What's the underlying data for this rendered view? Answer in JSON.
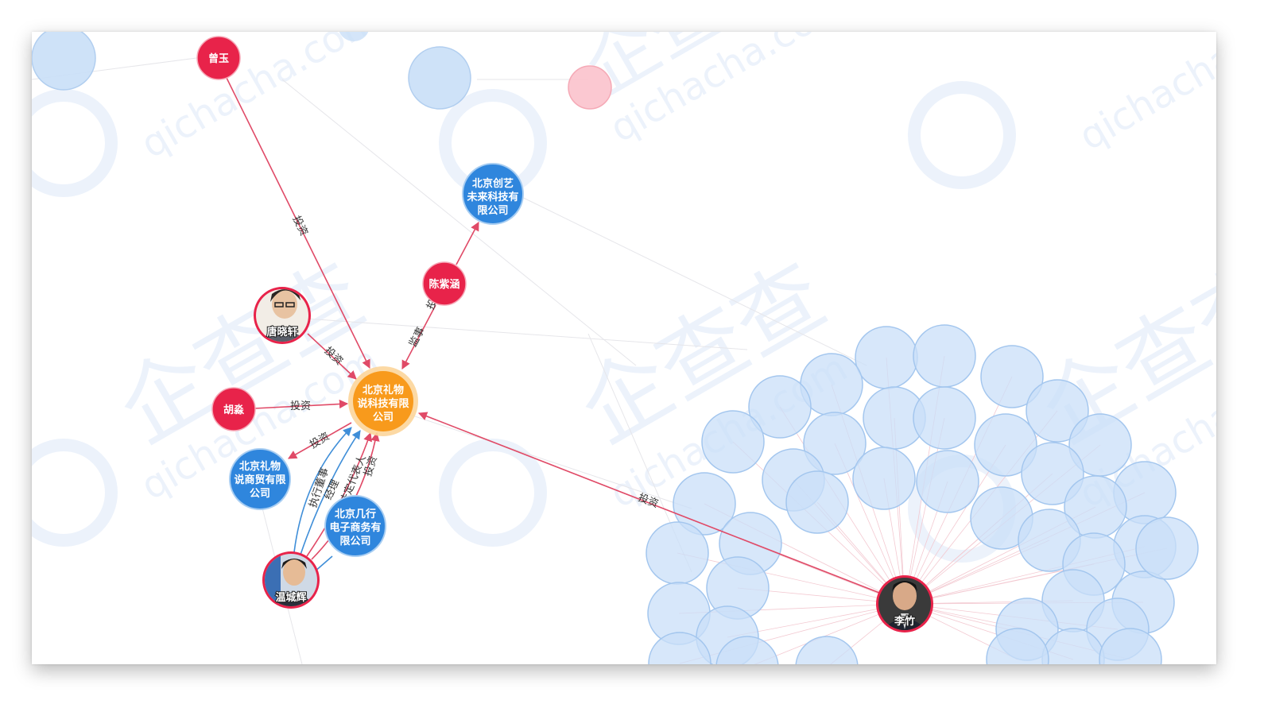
{
  "watermark": {
    "brand": "企查查",
    "domain": "qichacha.com"
  },
  "colors": {
    "person": "#e8234a",
    "company": "#2f86dd",
    "center": "#f89a1c",
    "faded_company": "#c9dff8",
    "faded_person": "#fbc3cc",
    "edge": "#e04a67",
    "edge_blue": "#3f8ed8"
  },
  "nodes": {
    "center": {
      "label": [
        "北京礼物",
        "说科技有限",
        "公司"
      ],
      "icon": "company-node"
    },
    "zengyu": {
      "label": "曾玉"
    },
    "tangxiaoxuan": {
      "label": "唐晓轩"
    },
    "humiao": {
      "label": "胡淼"
    },
    "chenziyan": {
      "label": "陈紫涵"
    },
    "wenchenghui": {
      "label": "温城辉"
    },
    "lizhu": {
      "label": "李竹"
    },
    "chuangyi": {
      "label": [
        "北京创艺",
        "未来科技有",
        "限公司"
      ]
    },
    "shangmao": {
      "label": [
        "北京礼物",
        "说商贸有限",
        "公司"
      ]
    },
    "jihang": {
      "label": [
        "北京几行",
        "电子商务有",
        "限公司"
      ]
    }
  },
  "edges": {
    "zengyu_center": "投资",
    "tang_center": "投资",
    "humiao_center": "投资",
    "chen_center": "监事",
    "chen_chuangyi": "投",
    "center_shangmao": "投资",
    "wen_exec": "执行董事",
    "wen_manager": "经理",
    "wen_legal": "法定代表人",
    "wen_invest": "投资",
    "lizhu_center": "投资"
  }
}
